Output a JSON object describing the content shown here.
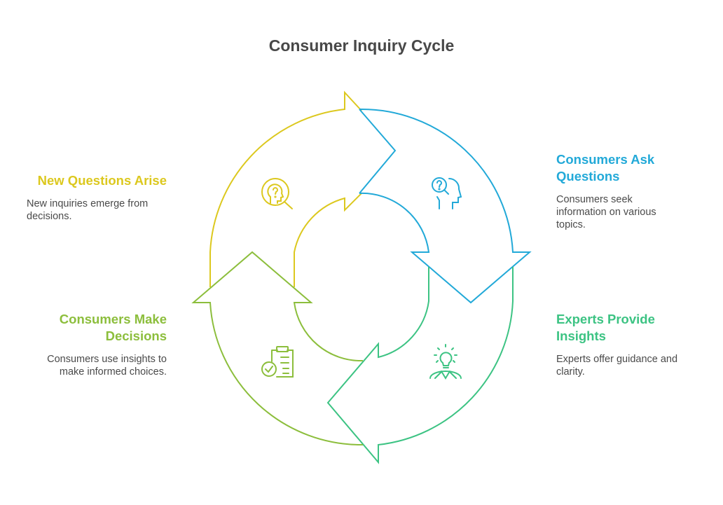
{
  "title": "Consumer Inquiry Cycle",
  "colors": {
    "yellow": "#dcc81e",
    "blue": "#22a9d8",
    "teal_green": "#3cc383",
    "lime_green": "#8cbe3c",
    "title_text": "#484848",
    "body_text": "#4a4a4a"
  },
  "steps": [
    {
      "id": "new-questions",
      "heading": "New Questions Arise",
      "description": "New inquiries emerge from decisions.",
      "color": "#dcc81e",
      "icon": "head-question-magnifier-icon"
    },
    {
      "id": "ask-questions",
      "heading": "Consumers Ask Questions",
      "description": "Consumers seek information on various topics.",
      "color": "#22a9d8",
      "icon": "question-magnifier-head-icon"
    },
    {
      "id": "experts-insights",
      "heading": "Experts Provide Insights",
      "description": "Experts offer guidance and clarity.",
      "color": "#3cc383",
      "icon": "lightbulb-person-icon"
    },
    {
      "id": "make-decisions",
      "heading": "Consumers Make Decisions",
      "description": "Consumers use insights to make informed choices.",
      "color": "#8cbe3c",
      "icon": "clipboard-check-icon"
    }
  ]
}
